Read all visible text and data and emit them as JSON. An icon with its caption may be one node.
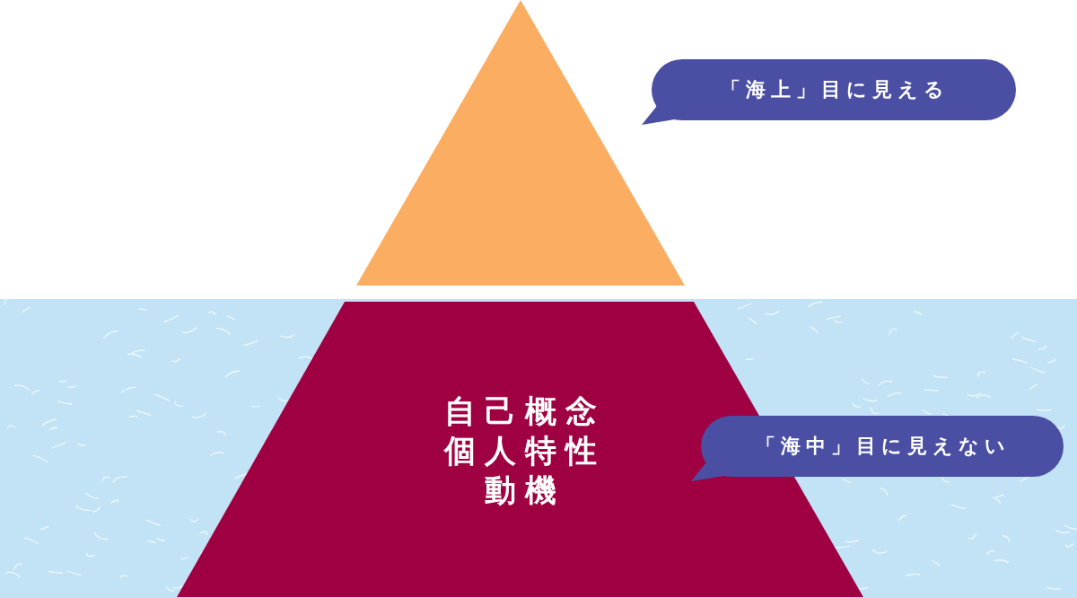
{
  "diagram": {
    "nodes": [
      {
        "text": [],
        "shape": "triangle"
      },
      {
        "text": [
          "「海上」目に見える"
        ]
      },
      {
        "text": [
          "自己概念",
          "個人特性",
          "動機"
        ]
      },
      {
        "text": [
          "「海中」目に見えない"
        ]
      }
    ]
  }
}
